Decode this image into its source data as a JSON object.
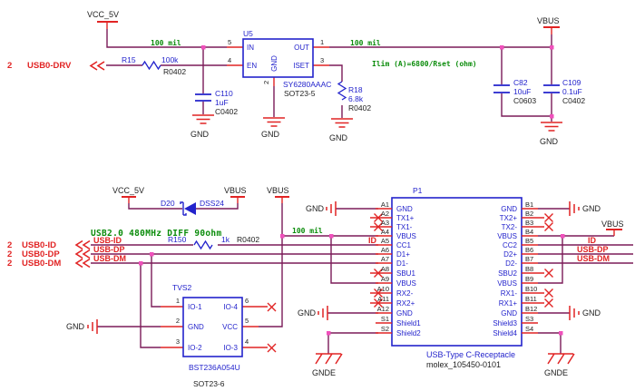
{
  "nets": {
    "vcc5": "VCC_5V",
    "vbus": "VBUS",
    "gnd": "GND",
    "gnde": "GNDE",
    "id": "ID",
    "usb_id": "USB-ID",
    "usb_dp": "USB-DP",
    "usb_dm": "USB-DM"
  },
  "ports": {
    "drv": {
      "sheet": "2",
      "name": "USB0-DRV"
    },
    "id": {
      "sheet": "2",
      "name": "USB0-ID"
    },
    "dp": {
      "sheet": "2",
      "name": "USB0-DP"
    },
    "dm": {
      "sheet": "2",
      "name": "USB0-DM"
    }
  },
  "notes": {
    "mil_top_left": "100 mil",
    "mil_top_right": "100 mil",
    "mil_mid": "100 mil",
    "ilim": "Ilim (A)=6800/Rset (ohm)",
    "usb2": "USB2.0 480MHz  DIFF 90ohm"
  },
  "u5": {
    "ref": "U5",
    "part": "SY6280AAAC",
    "pkg": "SOT23-5",
    "pin_in": {
      "num": "5",
      "name": "IN"
    },
    "pin_en": {
      "num": "4",
      "name": "EN"
    },
    "pin_gnd": {
      "num": "2",
      "name": "GND"
    },
    "pin_out": {
      "num": "1",
      "name": "OUT"
    },
    "pin_iset": {
      "num": "3",
      "name": "ISET"
    }
  },
  "r15": {
    "ref": "R15",
    "value": "100k",
    "pkg": "R0402"
  },
  "r18": {
    "ref": "R18",
    "value": "6.8k",
    "pkg": "R0402"
  },
  "r150": {
    "ref": "R150",
    "value": "1k",
    "pkg": "R0402"
  },
  "c110": {
    "ref": "C110",
    "value": "1uF",
    "pkg": "C0402"
  },
  "c82": {
    "ref": "C82",
    "value": "10uF",
    "pkg": "C0603"
  },
  "c109": {
    "ref": "C109",
    "value": "0.1uF",
    "pkg": "C0402"
  },
  "d20": {
    "ref": "D20",
    "part": "DSS24"
  },
  "tvs2": {
    "ref": "TVS2",
    "part": "BST236A054U",
    "pkg": "SOT23-6",
    "left_pins": [
      {
        "num": "1",
        "name": "IO-1"
      },
      {
        "num": "2",
        "name": "GND"
      },
      {
        "num": "3",
        "name": "IO-2"
      }
    ],
    "right_pins": [
      {
        "num": "6",
        "name": "IO-4"
      },
      {
        "num": "5",
        "name": "VCC"
      },
      {
        "num": "4",
        "name": "IO-3"
      }
    ]
  },
  "p1": {
    "ref": "P1",
    "part": "USB-Type C-Receptacle",
    "mpn": "molex_105450-0101",
    "left_pins": [
      {
        "num": "A1",
        "name": "GND",
        "conn": "wire"
      },
      {
        "num": "A2",
        "name": "TX1+",
        "conn": "x"
      },
      {
        "num": "A3",
        "name": "TX1-",
        "conn": "x"
      },
      {
        "num": "A4",
        "name": "VBUS",
        "conn": "wire"
      },
      {
        "num": "A5",
        "name": "CC1",
        "conn": "wire"
      },
      {
        "num": "A6",
        "name": "D1+",
        "conn": "wire"
      },
      {
        "num": "A7",
        "name": "D1-",
        "conn": "wire"
      },
      {
        "num": "A8",
        "name": "SBU1",
        "conn": "x"
      },
      {
        "num": "A9",
        "name": "VBUS",
        "conn": "wire"
      },
      {
        "num": "A10",
        "name": "RX2-",
        "conn": "x"
      },
      {
        "num": "A11",
        "name": "RX2+",
        "conn": "x"
      },
      {
        "num": "A12",
        "name": "GND",
        "conn": "wire"
      },
      {
        "num": "S1",
        "name": "Shield1",
        "conn": "none"
      },
      {
        "num": "S2",
        "name": "Shield2",
        "conn": "wire"
      }
    ],
    "right_pins": [
      {
        "num": "B1",
        "name": "GND",
        "conn": "wire"
      },
      {
        "num": "B2",
        "name": "TX2+",
        "conn": "x"
      },
      {
        "num": "B3",
        "name": "TX2-",
        "conn": "x"
      },
      {
        "num": "B4",
        "name": "VBUS",
        "conn": "wire"
      },
      {
        "num": "B5",
        "name": "CC2",
        "conn": "wire"
      },
      {
        "num": "B6",
        "name": "D2+",
        "conn": "wire"
      },
      {
        "num": "B7",
        "name": "D2-",
        "conn": "wire"
      },
      {
        "num": "B8",
        "name": "SBU2",
        "conn": "x"
      },
      {
        "num": "B9",
        "name": "VBUS",
        "conn": "wire"
      },
      {
        "num": "B10",
        "name": "RX1-",
        "conn": "x"
      },
      {
        "num": "B11",
        "name": "RX1+",
        "conn": "x"
      },
      {
        "num": "B12",
        "name": "GND",
        "conn": "wire"
      },
      {
        "num": "S3",
        "name": "Shield3",
        "conn": "none"
      },
      {
        "num": "S4",
        "name": "Shield4",
        "conn": "wire"
      }
    ]
  }
}
